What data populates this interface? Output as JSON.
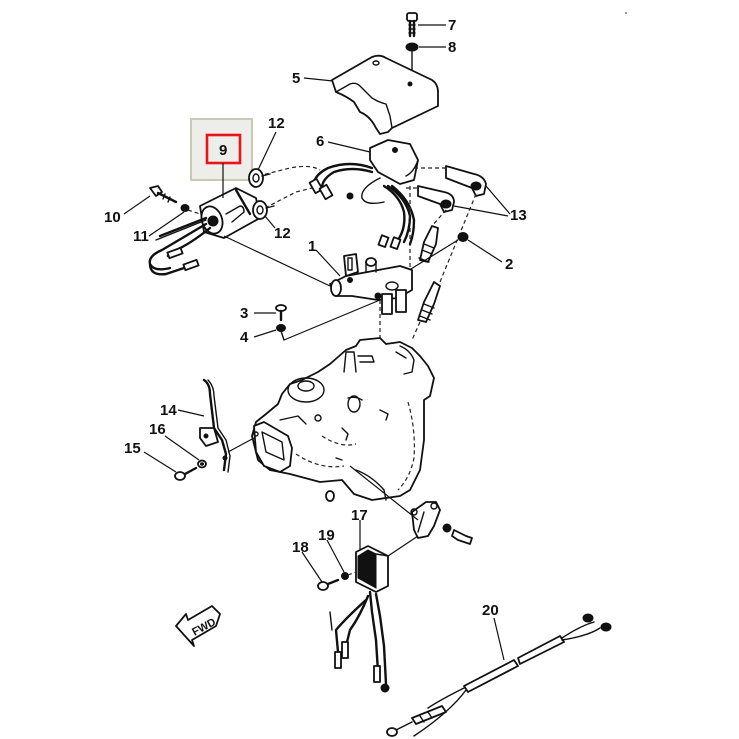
{
  "diagram": {
    "type": "exploded-parts-diagram",
    "highlight": {
      "part": "9",
      "box_color": "#ededea",
      "border_color": "#e8141b"
    },
    "callouts": [
      {
        "id": "c1",
        "label": "1"
      },
      {
        "id": "c2",
        "label": "2"
      },
      {
        "id": "c3",
        "label": "3"
      },
      {
        "id": "c4",
        "label": "4"
      },
      {
        "id": "c5",
        "label": "5"
      },
      {
        "id": "c6",
        "label": "6"
      },
      {
        "id": "c7",
        "label": "7"
      },
      {
        "id": "c8",
        "label": "8"
      },
      {
        "id": "c9",
        "label": "9"
      },
      {
        "id": "c10",
        "label": "10"
      },
      {
        "id": "c11",
        "label": "11"
      },
      {
        "id": "c12a",
        "label": "12"
      },
      {
        "id": "c12b",
        "label": "12"
      },
      {
        "id": "c13",
        "label": "13"
      },
      {
        "id": "c14",
        "label": "14"
      },
      {
        "id": "c15",
        "label": "15"
      },
      {
        "id": "c16",
        "label": "16"
      },
      {
        "id": "c17",
        "label": "17"
      },
      {
        "id": "c18",
        "label": "18"
      },
      {
        "id": "c19",
        "label": "19"
      },
      {
        "id": "c20",
        "label": "20"
      }
    ],
    "direction_marker": {
      "label": "FWD"
    }
  }
}
